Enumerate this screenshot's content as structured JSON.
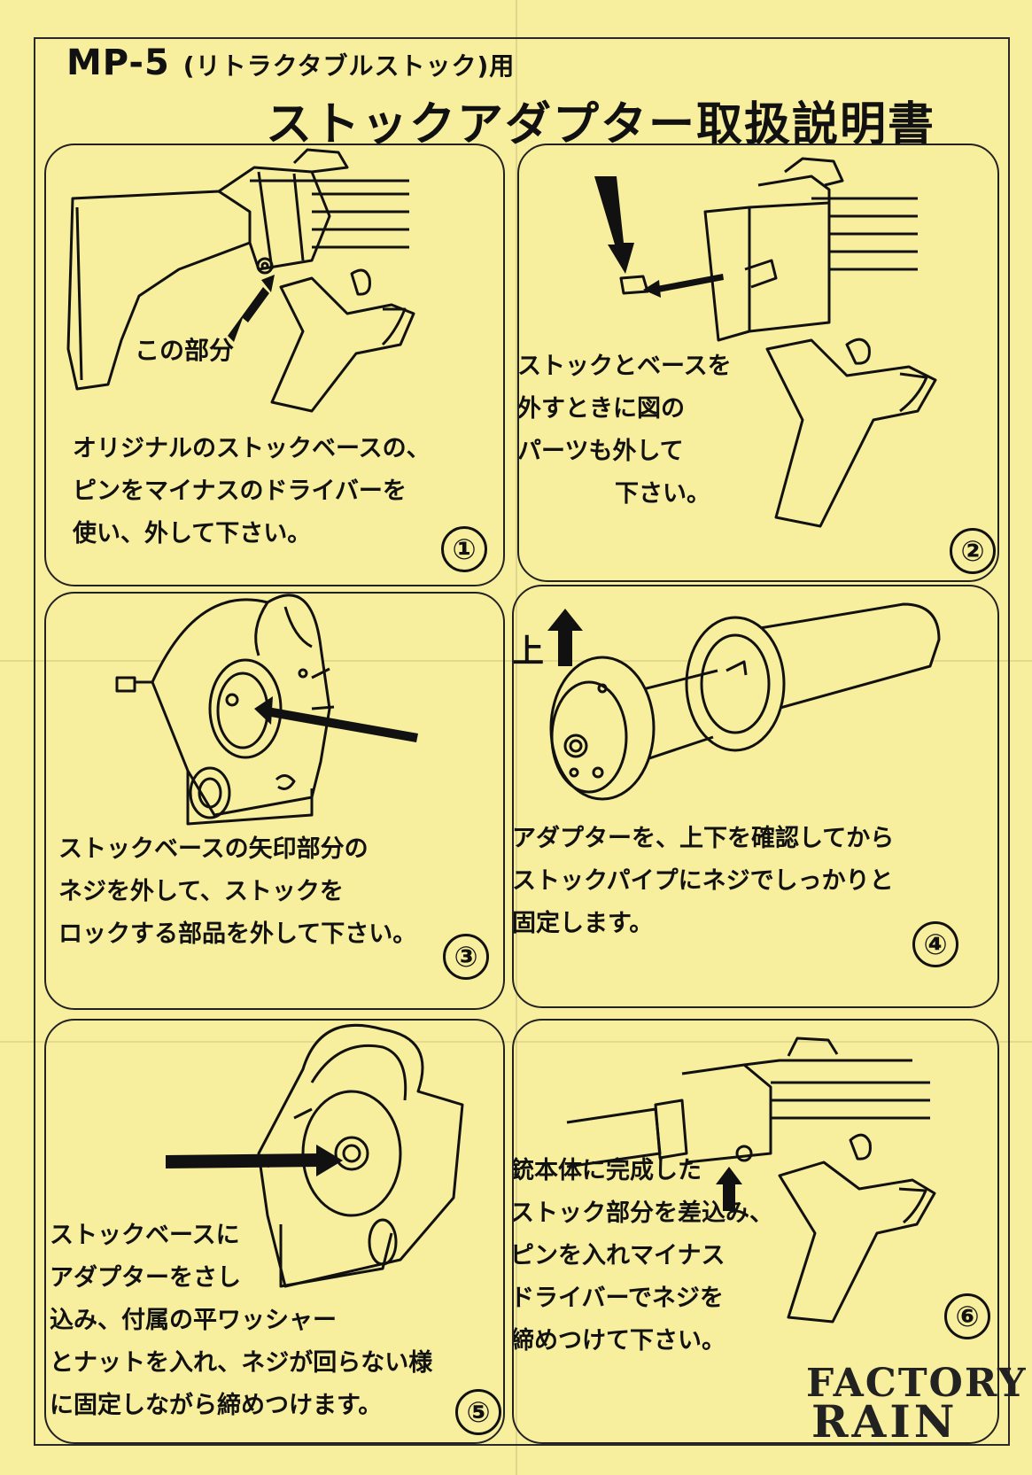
{
  "header": {
    "model": "MP-5",
    "model_sub": "(リトラクタブルストック)用",
    "title": "ストックアダプター取扱説明書"
  },
  "steps": [
    {
      "number": "①",
      "callout": "この部分",
      "lines": [
        "オリジナルのストックベースの、",
        "ピンをマイナスのドライバーを",
        "使い、外して下さい。"
      ]
    },
    {
      "number": "②",
      "lines": [
        "ストックとベースを",
        "外すときに図の",
        "パーツも外して",
        "下さい。"
      ]
    },
    {
      "number": "③",
      "lines": [
        "ストックベースの矢印部分の",
        "ネジを外して、ストックを",
        "ロックする部品を外して下さい。"
      ]
    },
    {
      "number": "④",
      "callout": "上",
      "lines": [
        "アダプターを、上下を確認してから",
        "ストックパイプにネジでしっかりと",
        "固定します。"
      ]
    },
    {
      "number": "⑤",
      "lines": [
        "ストックベースに",
        "アダプターをさし",
        "込み、付属の平ワッシャー",
        "とナットを入れ、ネジが回らない様",
        "に固定しながら締めつけます。"
      ]
    },
    {
      "number": "⑥",
      "lines": [
        "銃本体に完成した",
        "ストック部分を差込み、",
        "ピンを入れマイナス",
        "ドライバーでネジを",
        "締めつけて下さい。"
      ]
    }
  ],
  "logo": {
    "line1": "FACTORY",
    "line2": "RAIN"
  }
}
